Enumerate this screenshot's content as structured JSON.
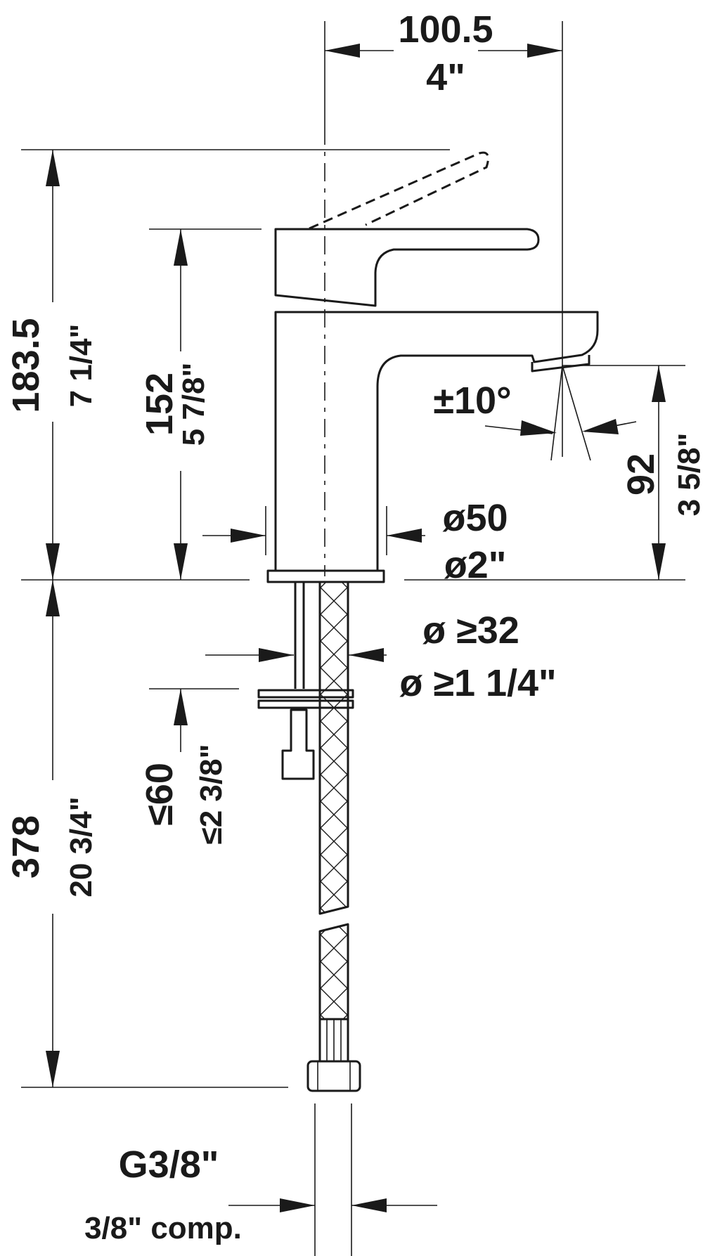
{
  "dimensions": {
    "spout_reach": {
      "metric": "100.5",
      "imperial": "4\""
    },
    "total_height": {
      "metric": "183.5",
      "imperial": "7 1/4\""
    },
    "body_height": {
      "metric": "152",
      "imperial": "5 7/8\""
    },
    "spout_height": {
      "metric": "92",
      "imperial": "3 5/8\""
    },
    "swivel_angle": {
      "label": "±10°"
    },
    "base_diameter": {
      "metric": "ø50",
      "imperial": "ø2\""
    },
    "hole_diameter": {
      "metric": "ø ≥32",
      "imperial": "ø ≥1 1/4\""
    },
    "max_counter_thickness": {
      "metric": "≤60",
      "imperial": "≤2 3/8\""
    },
    "hose_length": {
      "metric": "378",
      "imperial": "20 3/4\""
    },
    "connection": {
      "metric": "G3/8\"",
      "imperial": "3/8\" comp."
    }
  }
}
